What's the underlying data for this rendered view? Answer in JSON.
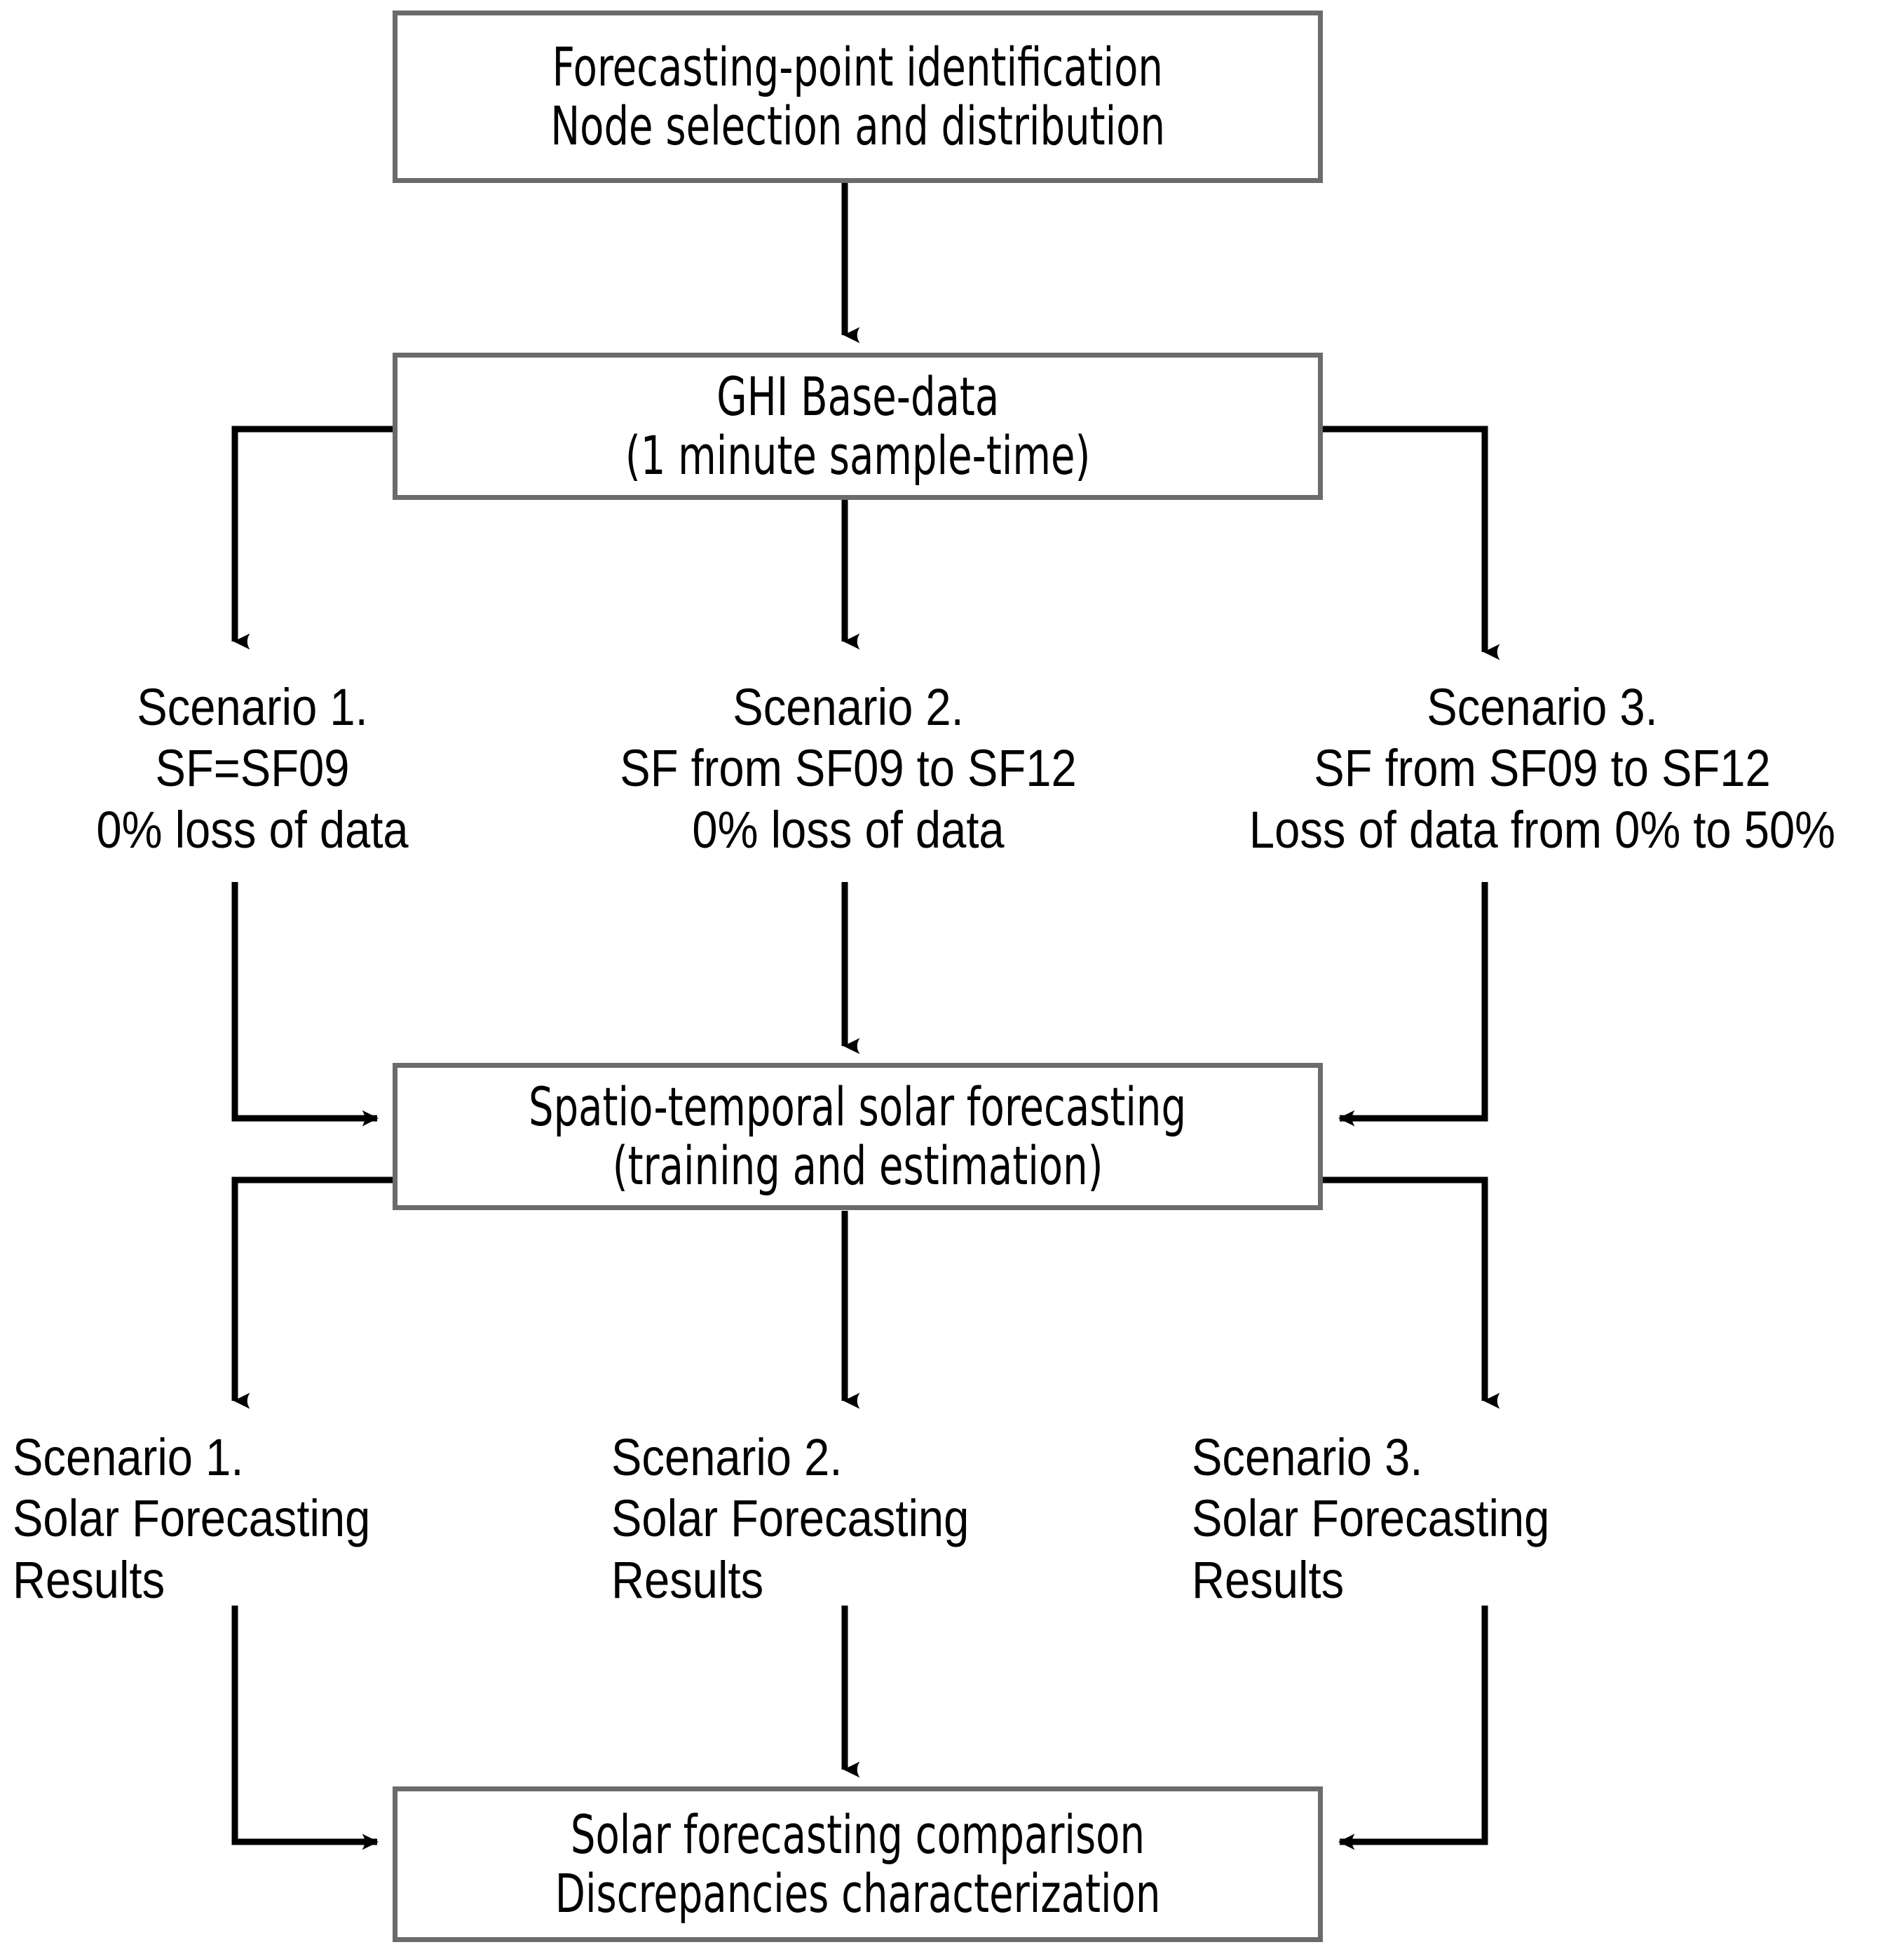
{
  "diagram": {
    "title": "Spatio-temporal solar forecasting methodology flowchart",
    "box_border_color": "#6b6b6b",
    "connector_color": "#000000",
    "background_color": "#ffffff"
  },
  "boxes": {
    "identification": {
      "line1": "Forecasting-point identification",
      "line2": "Node selection and distribution"
    },
    "basedata": {
      "line1": "GHI Base-data",
      "line2": "(1 minute sample-time)"
    },
    "forecasting": {
      "line1": "Spatio-temporal solar forecasting",
      "line2": "(training and estimation)"
    },
    "comparison": {
      "line1": "Solar forecasting comparison",
      "line2": "Discrepancies characterization"
    }
  },
  "scenario_descriptions": [
    {
      "line1": "Scenario 1.",
      "line2": "SF=SF09",
      "line3": "0% loss of data"
    },
    {
      "line1": "Scenario 2.",
      "line2": "SF from SF09 to SF12",
      "line3": "0% loss of data"
    },
    {
      "line1": "Scenario 3.",
      "line2": "SF from SF09 to SF12",
      "line3": "Loss of data from 0% to 50%"
    }
  ],
  "scenario_results": [
    {
      "line1": "Scenario 1.",
      "line2": "Solar Forecasting",
      "line3": "Results"
    },
    {
      "line1": "Scenario 2.",
      "line2": "Solar Forecasting",
      "line3": "Results"
    },
    {
      "line1": "Scenario 3.",
      "line2": "Solar Forecasting",
      "line3": "Results"
    }
  ]
}
